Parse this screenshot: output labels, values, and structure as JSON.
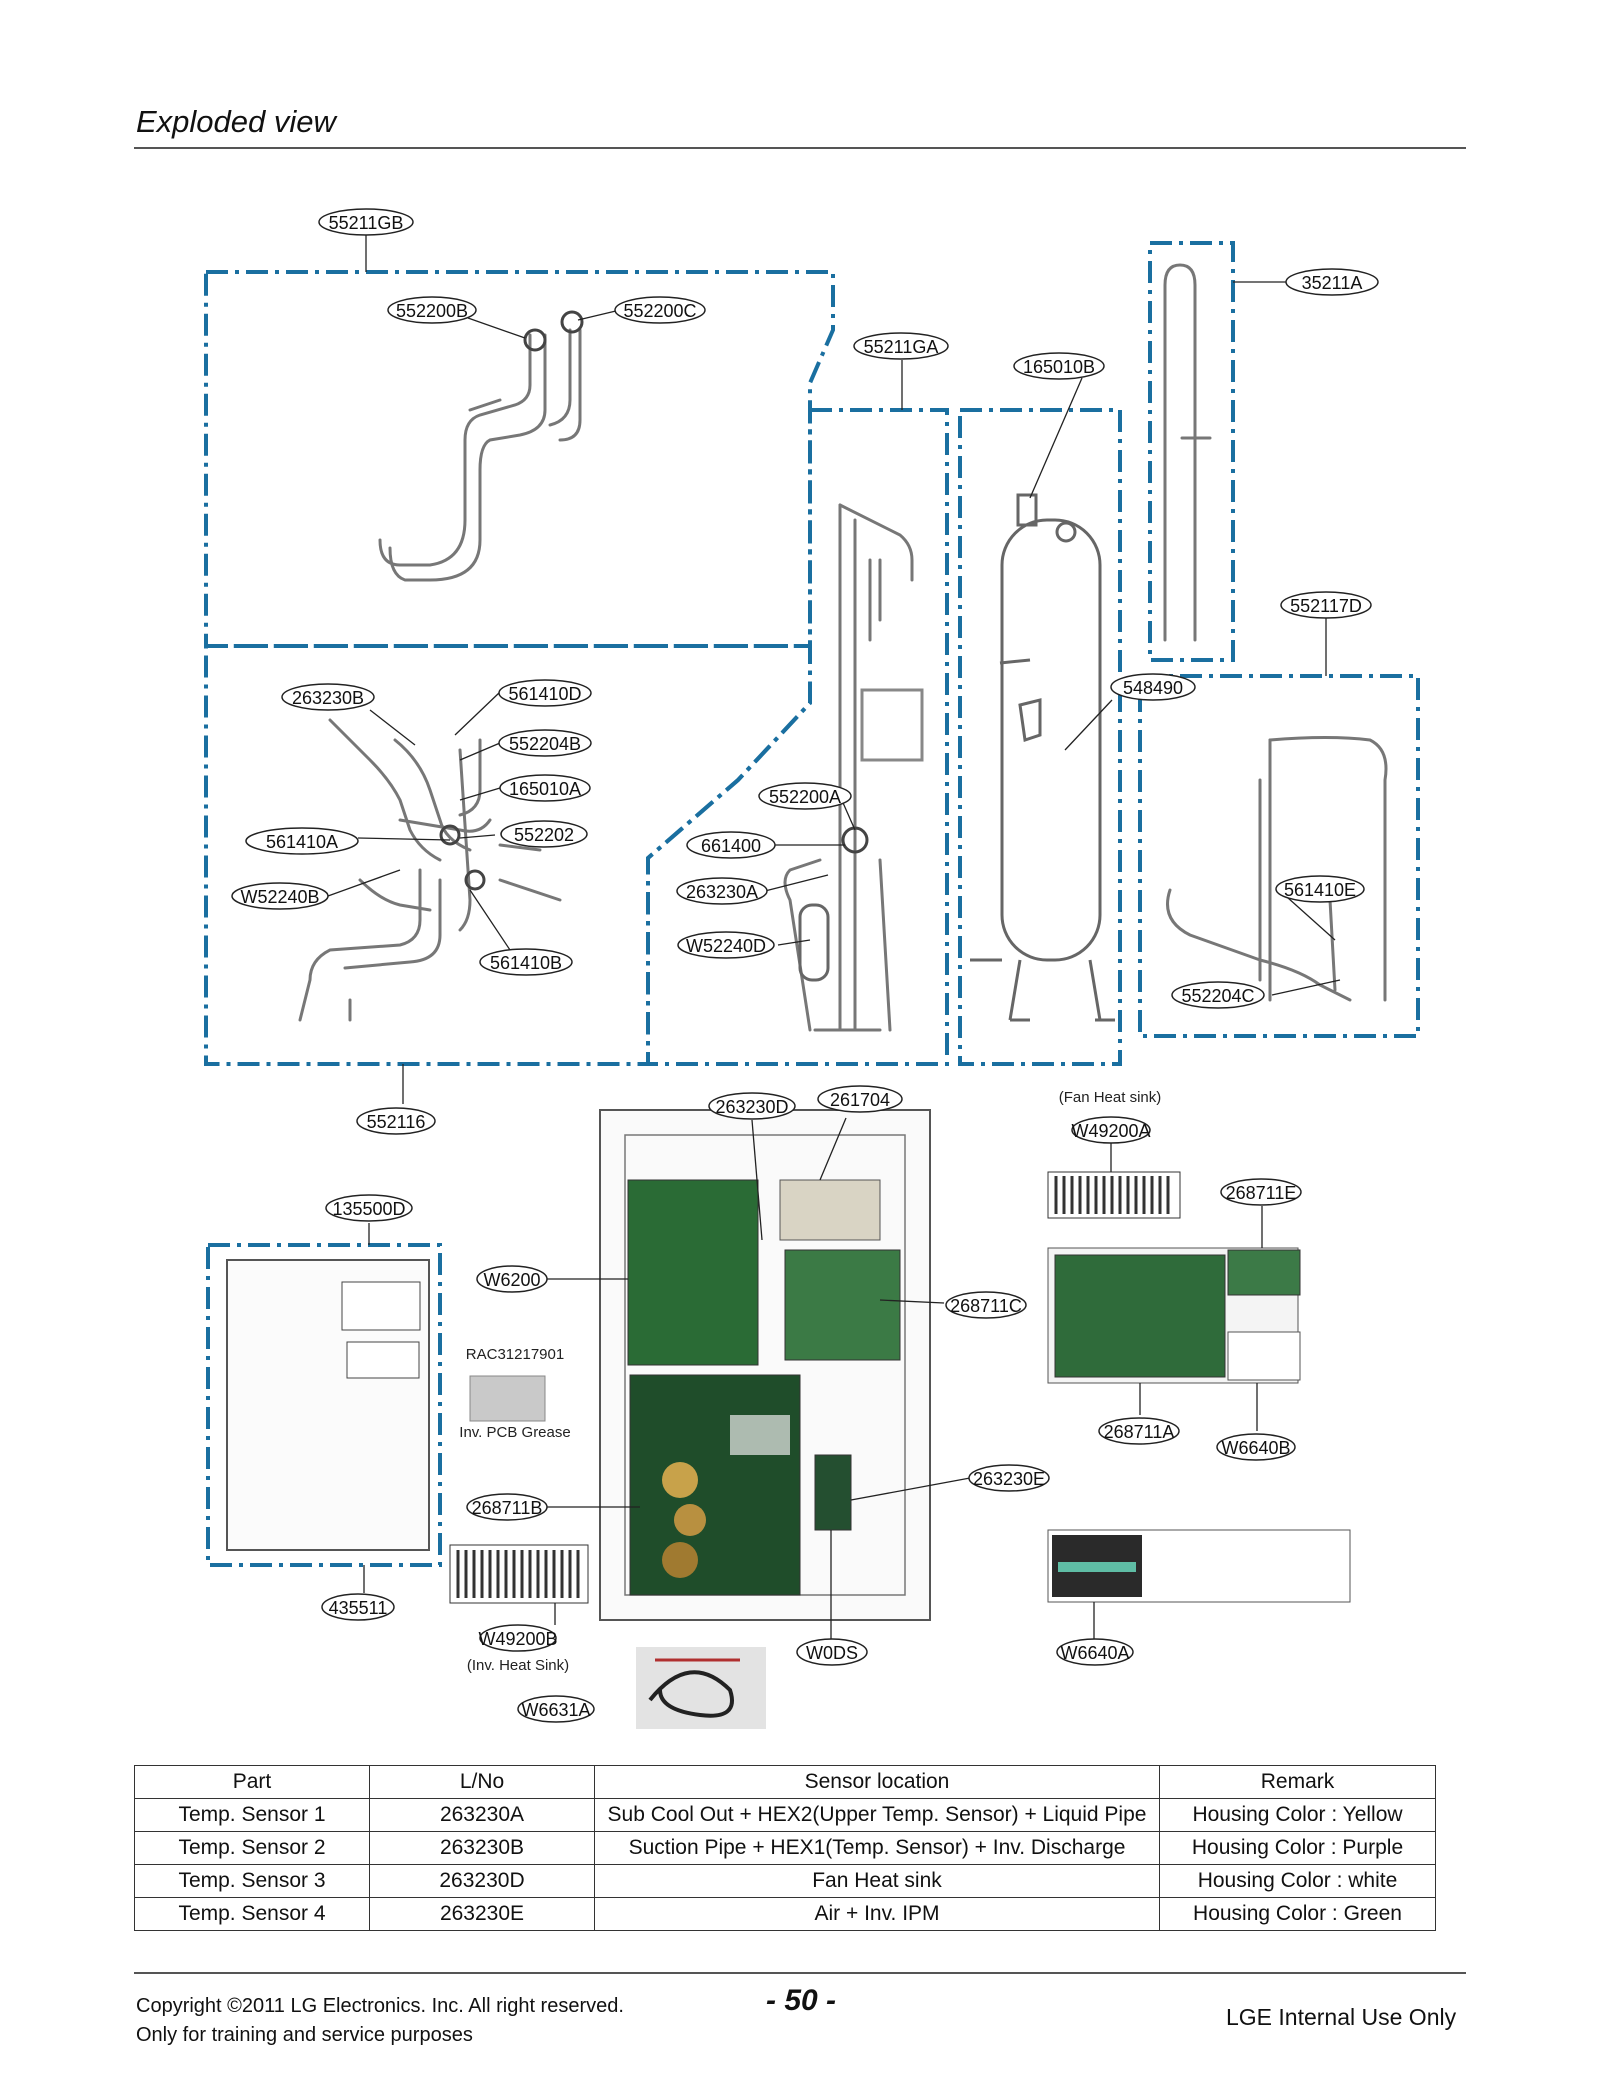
{
  "page": {
    "heading": "Exploded view",
    "page_number": "- 50 -",
    "copyright": "Copyright ©2011 LG Electronics. Inc. All right reserved.",
    "purpose": "Only for training and service purposes",
    "internal": "LGE Internal Use Only"
  },
  "parts": {
    "p55211GB": "55211GB",
    "p552200B": "552200B",
    "p552200C": "552200C",
    "p55211GA": "55211GA",
    "p165010B": "165010B",
    "p35211A": "35211A",
    "p552117D": "552117D",
    "p548490": "548490",
    "p263230B": "263230B",
    "p561410D": "561410D",
    "p552204B": "552204B",
    "p165010A": "165010A",
    "p552202": "552202",
    "p561410A": "561410A",
    "pW52240B": "W52240B",
    "p561410B": "561410B",
    "p552200A": "552200A",
    "p661400": "661400",
    "p263230A": "263230A",
    "pW52240D": "W52240D",
    "p561410E": "561410E",
    "p552204C": "552204C",
    "p552116": "552116",
    "p263230D": "263230D",
    "p261704": "261704",
    "pW49200A": "W49200A",
    "p268711E": "268711E",
    "p135500D": "135500D",
    "pW6200": "W6200",
    "p268711C": "268711C",
    "p268711A": "268711A",
    "pW6640B": "W6640B",
    "p263230E": "263230E",
    "p268711B": "268711B",
    "p435511": "435511",
    "pW49200B": "W49200B",
    "pW0DS": "W0DS",
    "pW6640A": "W6640A",
    "pW6631A": "W6631A"
  },
  "captions": {
    "fan_heat_sink": "(Fan Heat sink)",
    "grease_code": "RAC31217901",
    "grease_name": "Inv. PCB Grease",
    "inv_heat_sink": "(Inv. Heat Sink)"
  },
  "table": {
    "headers": [
      "Part",
      "L/No",
      "Sensor location",
      "Remark"
    ],
    "rows": [
      [
        "Temp. Sensor 1",
        "263230A",
        "Sub Cool Out + HEX2(Upper Temp. Sensor) + Liquid Pipe",
        "Housing Color : Yellow"
      ],
      [
        "Temp. Sensor 2",
        "263230B",
        "Suction Pipe + HEX1(Temp. Sensor) + Inv. Discharge",
        "Housing Color : Purple"
      ],
      [
        "Temp. Sensor 3",
        "263230D",
        "Fan Heat sink",
        "Housing Color : white"
      ],
      [
        "Temp. Sensor 4",
        "263230E",
        "Air + Inv. IPM",
        "Housing Color : Green"
      ]
    ]
  }
}
